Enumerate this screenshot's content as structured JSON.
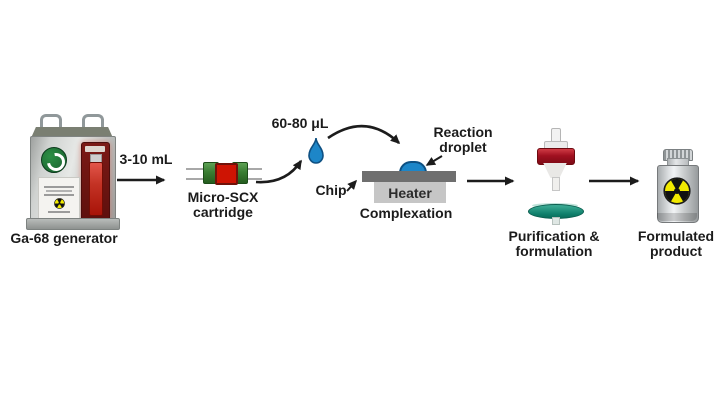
{
  "steps": {
    "generator": {
      "caption": "Ga-68 generator"
    },
    "transfer": {
      "volume_label": "3-10 mL"
    },
    "cartridge": {
      "caption_line1": "Micro-SCX",
      "caption_line2": "cartridge"
    },
    "droplet": {
      "volume_label": "60-80 μL"
    },
    "complexation": {
      "chip_label": "Chip",
      "heater_label": "Heater",
      "reaction_label_line1": "Reaction",
      "reaction_label_line2": "droplet",
      "caption": "Complexation"
    },
    "purification": {
      "caption_line1": "Purification &",
      "caption_line2": "formulation"
    },
    "product": {
      "caption_line1": "Formulated",
      "caption_line2": "product"
    }
  },
  "icons": {
    "droplet-icon": "blue teardrop SVG shape",
    "reaction-droplet-icon": "blue half-dome droplet sitting on chip",
    "radiation-icon": "yellow circle with black trefoil ☢",
    "arrowhead-icon": "solid black triangle arrowhead",
    "handle-icon": "metal carry loop on generator"
  },
  "colors": {
    "background": "#ffffff",
    "text": "#1b1b1b",
    "arrow": "#1c1c1c",
    "droplet_blue": "#1d86c8",
    "droplet_outline": "#0e5082",
    "cartridge_red": "#ce1403",
    "cartridge_red_dark": "#70120a",
    "fitting_green": "#3a7d32",
    "fitting_green_dark": "#1c4d18",
    "chip_gray": "#6f6f6f",
    "heater_gray": "#c6c6c6",
    "heater_text": "#2b2b2b",
    "generator_green": "#1d6b33",
    "generator_panel_red": "#7c1a16",
    "generator_column_red": "#c43325",
    "filter_band_red": "#a01020",
    "filter_disc_teal": "#0f7f6b",
    "radiation_yellow": "#f2ea00",
    "tube_gray": "#a8a8a8",
    "metal_dark": "#9b9e9c",
    "vial_glass": "#c9cccd"
  }
}
